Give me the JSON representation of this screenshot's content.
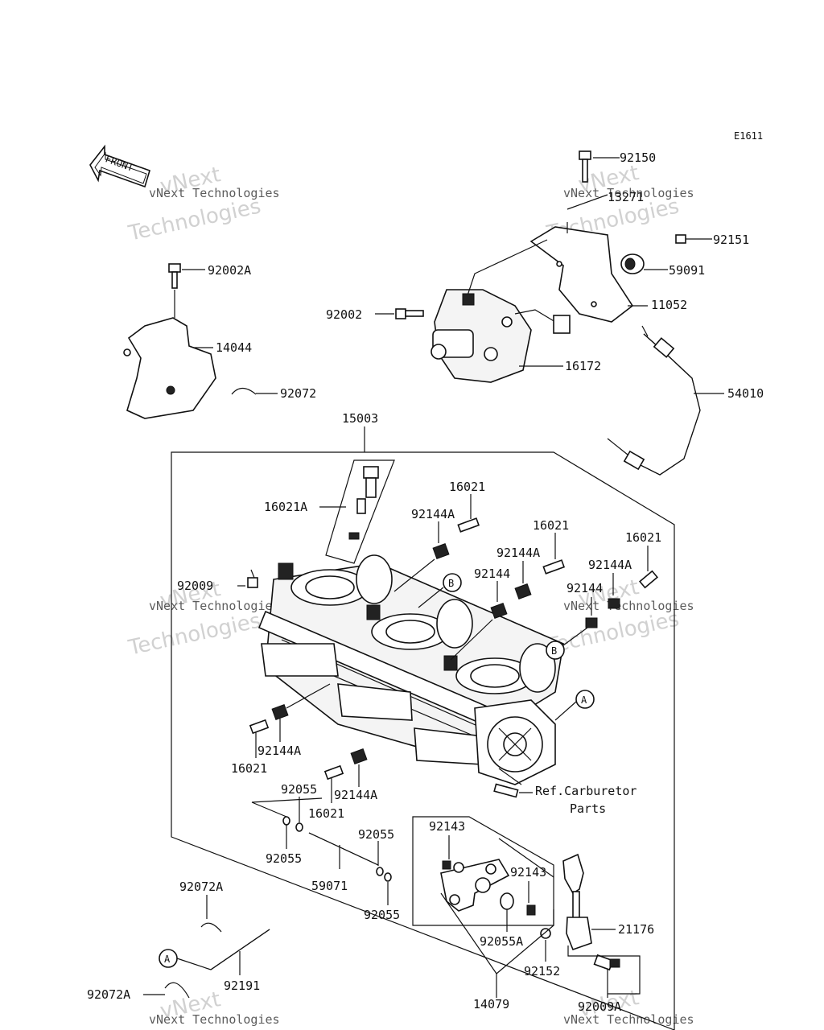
{
  "diagram_code": "E1611",
  "front_label": "FRONT",
  "watermark": {
    "line1": "vNext",
    "line2": "Technologies",
    "small": "vNext Technologies"
  },
  "parts": {
    "p92150": "92150",
    "p13271": "13271",
    "p92151": "92151",
    "p59091": "59091",
    "p92002": "92002",
    "p11052": "11052",
    "p16172": "16172",
    "p54010": "54010",
    "p92002A": "92002A",
    "p14044": "14044",
    "p92072": "92072",
    "p15003": "15003",
    "p16021A": "16021A",
    "p16021_a": "16021",
    "p92144A_a": "92144A",
    "p16021_b": "16021",
    "p92144A_b": "92144A",
    "p16021_c": "16021",
    "p92144A_c": "92144A",
    "p92144_a": "92144",
    "p92144_b": "92144",
    "p92009": "92009",
    "p92144A_d": "92144A",
    "p16021_d": "16021",
    "p92144A_e": "92144A",
    "p16021_e": "16021",
    "p92055_a": "92055",
    "p92055_b": "92055",
    "p92055_c": "92055",
    "p92055_d": "92055",
    "p59071": "59071",
    "p92143_a": "92143",
    "p92143_b": "92143",
    "p92055A": "92055A",
    "p21176": "21176",
    "p92152": "92152",
    "p92009A": "92009A",
    "p14079": "14079",
    "p92072A_a": "92072A",
    "p92072A_b": "92072A",
    "p92191": "92191"
  },
  "ref_note": {
    "line1": "Ref.Carburetor",
    "line2": "Parts"
  },
  "callouts": {
    "a": "A",
    "b": "B"
  }
}
